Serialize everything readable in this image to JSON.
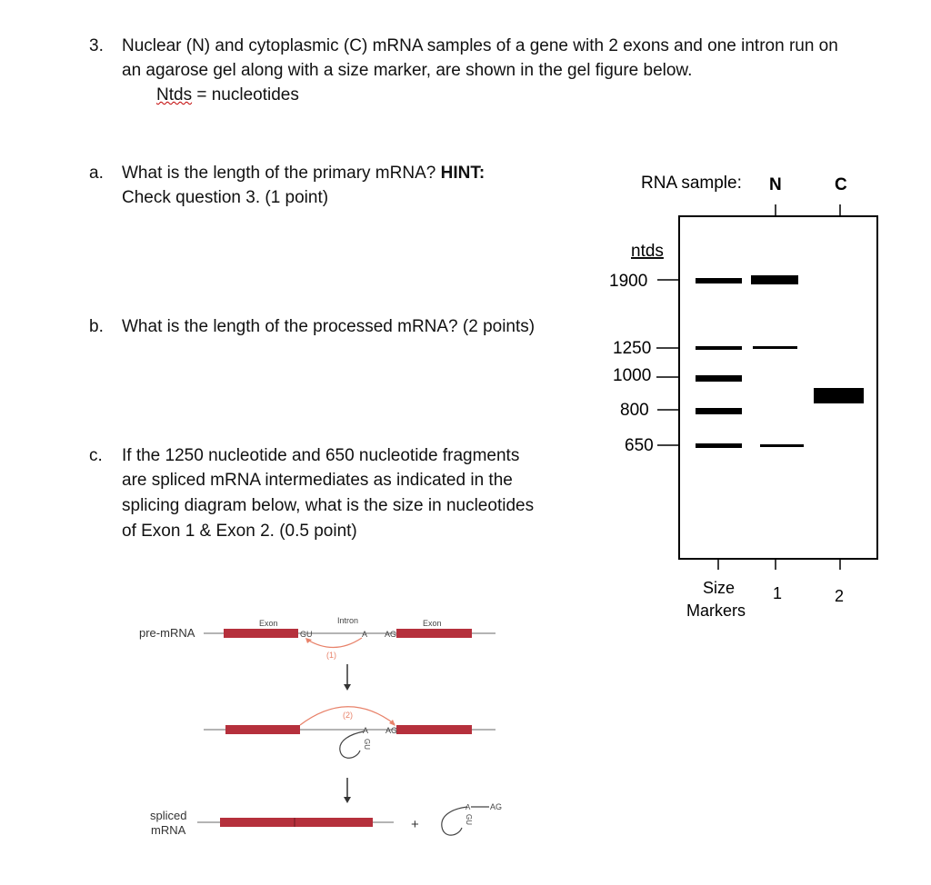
{
  "question": {
    "number": "3.",
    "line1": "Nuclear (N) and cytoplasmic (C) mRNA samples of a gene with 2 exons and one intron run on",
    "line2": "an agarose gel along with a size marker, are shown in the gel figure below.",
    "ntds_word": "Ntds",
    "ntds_def": " = nucleotides"
  },
  "parts": {
    "a": {
      "label": "a.",
      "line1_pre": "What is the length of the primary mRNA? ",
      "line1_bold": "HINT:",
      "line2": "Check question 3. (1 point)"
    },
    "b": {
      "label": "b.",
      "line1": "What is the length of the processed mRNA? (2 points)"
    },
    "c": {
      "label": "c.",
      "line1": "If the 1250 nucleotide and 650 nucleotide fragments",
      "line2": "are spliced mRNA intermediates as indicated in the",
      "line3": "splicing diagram below, what is the size in nucleotides",
      "line4": "of Exon 1 & Exon 2. (0.5 point)"
    }
  },
  "gel": {
    "sample_label": "RNA sample:",
    "lane_n": "N",
    "lane_c": "C",
    "axis_title": "ntds",
    "markers": [
      "1900",
      "1250",
      "1000",
      "800",
      "650"
    ],
    "size_label_1": "Size",
    "size_label_2": "Markers",
    "lane_num_1": "1",
    "lane_num_2": "2"
  },
  "diagram": {
    "pre_mrna": "pre-mRNA",
    "exon1": "Exon",
    "intron": "Intron",
    "exon2": "Exon",
    "gu": "GU",
    "a": "A",
    "ag": "AG",
    "step1": "(1)",
    "step2": "(2)",
    "plus": "+",
    "spliced_1": "spliced",
    "spliced_2": "mRNA",
    "exon_color": "#b5303c",
    "arc_color": "#e8826a"
  }
}
